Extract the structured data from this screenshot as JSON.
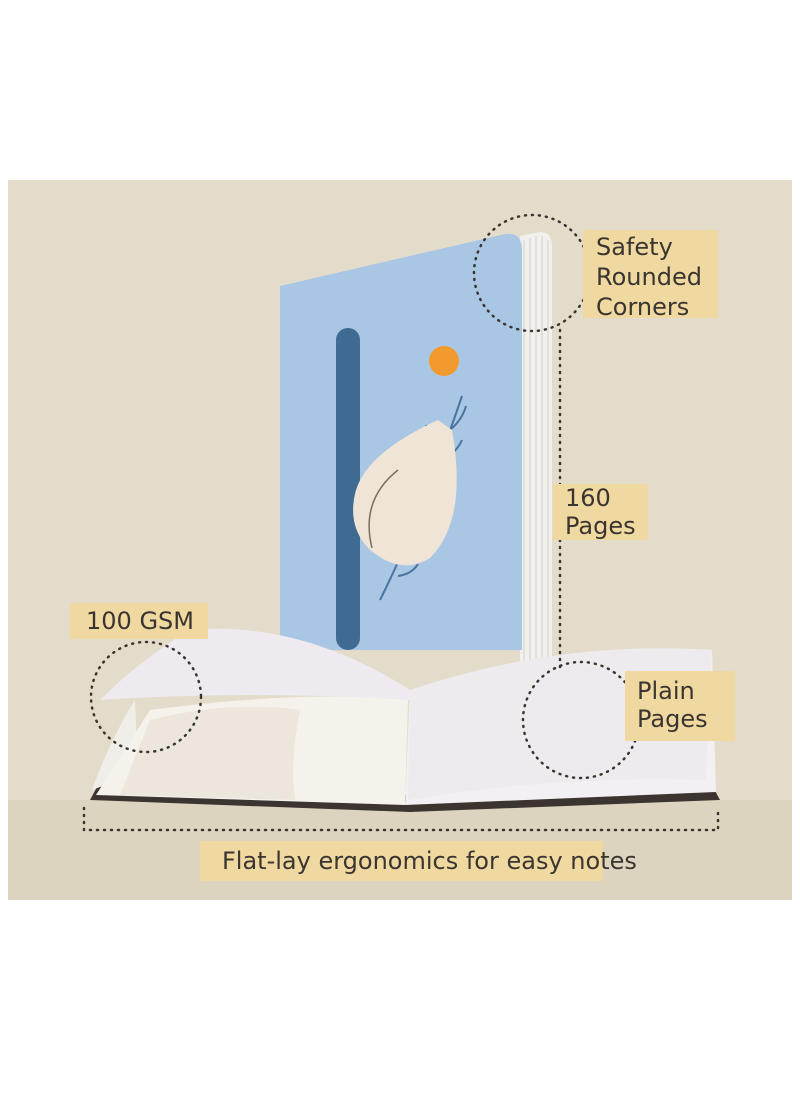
{
  "labels": {
    "safety": [
      "Safety",
      "Rounded",
      "Corners"
    ],
    "pages_count": [
      "160",
      "Pages"
    ],
    "gsm": "100 GSM",
    "plain": [
      "Plain",
      "Pages"
    ],
    "flat_lay": "Flat-lay ergonomics for easy notes"
  },
  "colors": {
    "background": "#e4dccb",
    "label_fill": "#f0d9a0",
    "cover_blue": "#a9c7e4",
    "accent_navy": "#3f6a92",
    "accent_orange": "#f29a2e",
    "accent_cream": "#efe4d6"
  }
}
